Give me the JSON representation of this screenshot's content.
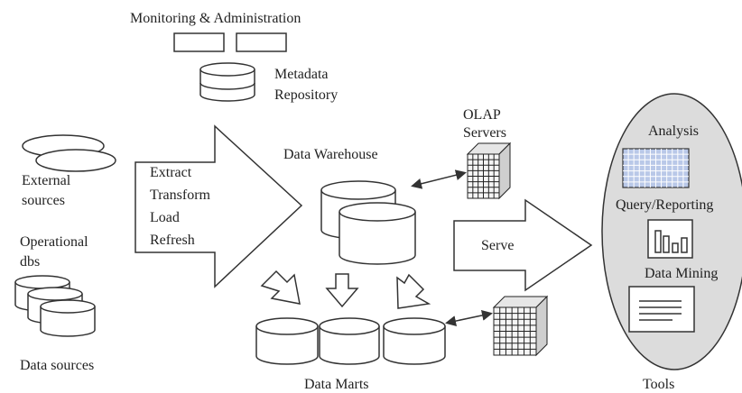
{
  "diagram": {
    "monitoring_title": "Monitoring & Administration",
    "metadata_line1": "Metadata",
    "metadata_line2": "Repository",
    "external_line1": "External",
    "external_line2": "sources",
    "operational_line1": "Operational",
    "operational_line2": "dbs",
    "data_sources": "Data sources",
    "etl_steps": [
      "Extract",
      "Transform",
      "Load",
      "Refresh"
    ],
    "data_warehouse": "Data Warehouse",
    "olap_line1": "OLAP",
    "olap_line2": "Servers",
    "serve": "Serve",
    "data_marts": "Data Marts",
    "tools": "Tools",
    "analysis": "Analysis",
    "query_reporting": "Query/Reporting",
    "data_mining": "Data Mining"
  },
  "colors": {
    "stroke": "#333333",
    "tools_fill": "#dcdcdc",
    "analysis_grid": "#9fb4dd"
  }
}
